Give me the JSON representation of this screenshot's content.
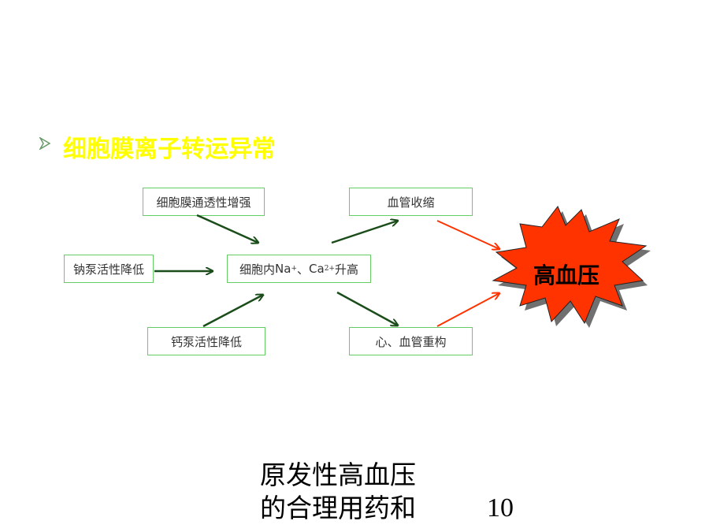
{
  "slide": {
    "heading": "细胞膜离子转运异常",
    "boxes": {
      "permeability": "细胞膜通透性增强",
      "sodium_pump": "钠泵活性降低",
      "intracellular_prefix": "细胞内",
      "na": "Na",
      "na_charge": "+",
      "separator": "、",
      "ca": "Ca",
      "ca_charge": "2+",
      "intracellular_suffix": "升高",
      "calcium_pump": "钙泵活性降低",
      "vasoconstriction": "血管收缩",
      "remodeling": "心、血管重构"
    },
    "result": "高血压",
    "footer_line1": "原发性高血压",
    "footer_line2": "的合理用药和",
    "page_number": "10"
  },
  "colors": {
    "heading": "#ffff00",
    "box_border": "#66cc66",
    "arrow_dark": "#1a4d1a",
    "arrow_red": "#ff3300",
    "burst_fill": "#ff3300",
    "bullet": "#669966"
  },
  "icons": {
    "bullet": "arrowhead-bullet-icon",
    "result": "explosion-burst-icon"
  }
}
